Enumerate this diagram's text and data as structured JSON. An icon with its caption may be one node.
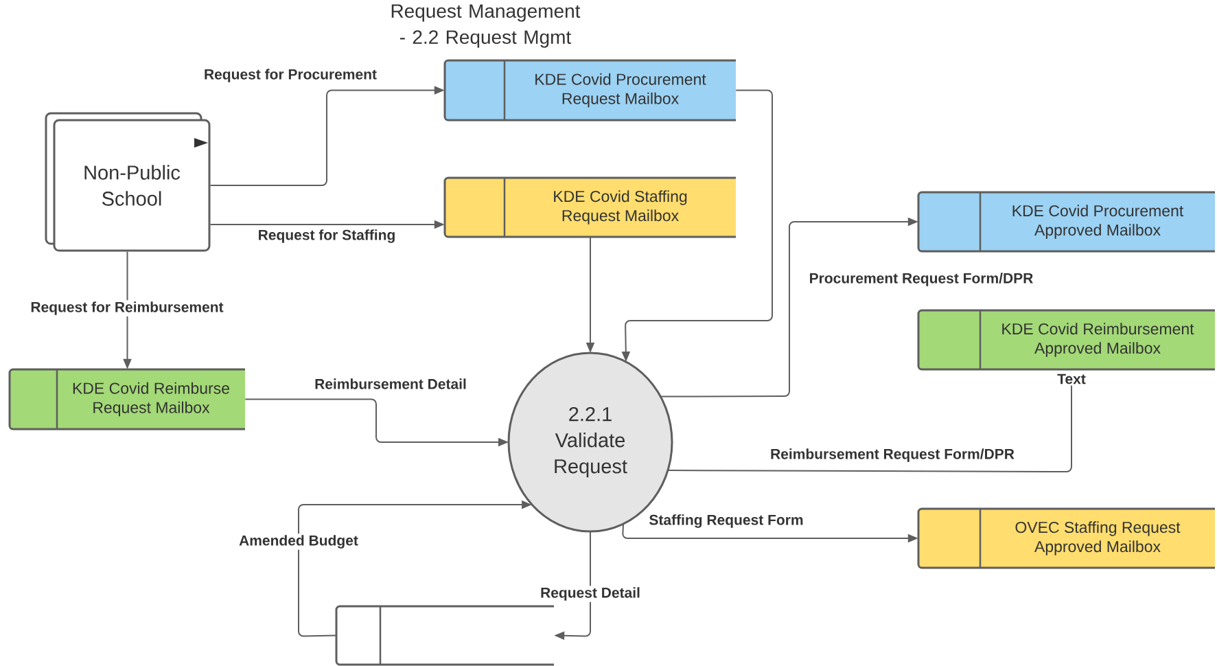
{
  "diagram": {
    "title": "Request Management - 2.2 Request Mgmt",
    "nodes": [
      {
        "text": [
          "Non-Public School"
        ]
      },
      {
        "text": [
          "KDE Covid Procurement Request Mailbox"
        ]
      },
      {
        "text": [
          "KDE Covid Staffing Request Mailbox"
        ]
      },
      {
        "text": [
          "KDE Covid Reimburse Request Mailbox"
        ]
      },
      {
        "text": [
          "2.2.1 Validate Request"
        ]
      },
      {
        "text": [
          "KDE Covid Procurement Approved Mailbox"
        ]
      },
      {
        "text": [
          "KDE Covid Reimbursement Approved Mailbox"
        ]
      },
      {
        "text": [
          "Text"
        ]
      },
      {
        "text": [
          "OVEC Staffing Request Approved Mailbox"
        ]
      },
      {
        "text": [],
        "shape": "box"
      }
    ],
    "edges": [
      {
        "from": 0,
        "to": 1,
        "arrow": "to",
        "label": "Request for Procurement"
      },
      {
        "from": 0,
        "to": 2,
        "arrow": "to",
        "label": "Request for Staffing"
      },
      {
        "from": 0,
        "to": 3,
        "arrow": "to",
        "label": "Request for Reimbursement"
      },
      {
        "from": 2,
        "to": 4,
        "arrow": "to"
      },
      {
        "from": 1,
        "to": 4,
        "arrow": "to"
      },
      {
        "from": 3,
        "to": 4,
        "arrow": "to",
        "label": "Reimbursement Detail"
      },
      {
        "from": 4,
        "to": 5,
        "arrow": "to",
        "label": "Procurement Request Form/DPR"
      },
      {
        "from": 4,
        "to": 7,
        "arrow": "none",
        "label": "Reimbursement Request Form/DPR"
      },
      {
        "from": 4,
        "to": 8,
        "arrow": "to",
        "label": "Staffing Request Form"
      },
      {
        "from": 4,
        "to": 9,
        "arrow": "to",
        "label": "Request Detail"
      },
      {
        "from": 9,
        "to": 4,
        "arrow": "to",
        "label": "Amended Budget"
      }
    ]
  }
}
